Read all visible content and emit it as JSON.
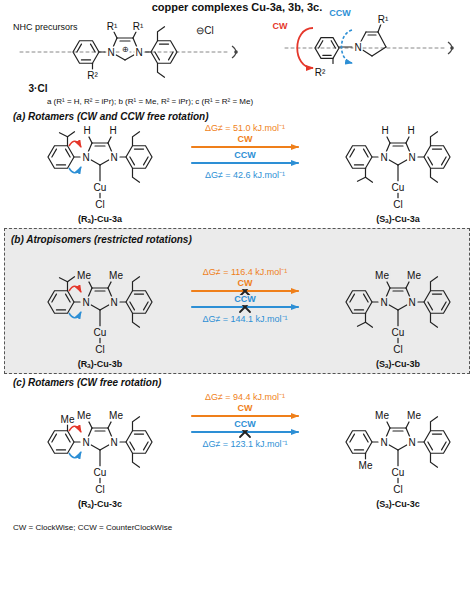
{
  "diagram": {
    "nodes": [
      {
        "text": [
          "(b) Atropisomers (restricted rotations)"
        ]
      }
    ],
    "labels": [
      "copper complexes Cu-3a, 3b, 3c.",
      "NHC precursors",
      "R¹",
      "R¹",
      "N",
      "N",
      "⊕",
      "⊖Cl",
      "R²",
      "3·Cl",
      "a (R¹ = H, R² = iPr); b (R¹ = Me, R² = iPr); c (R¹ = R² = Me)",
      "CW",
      "CCW",
      "R¹",
      "N",
      "R²",
      "(a) Rotamers (CW and CCW free rotation)",
      "H",
      "H",
      "N",
      "N",
      "Cu",
      "Cl",
      "(Rₐ)-Cu-3a",
      "ΔG≠ = 51.0 kJ.mol⁻¹",
      "CW",
      "CCW",
      "ΔG≠ = 42.6 kJ.mol⁻¹",
      "H",
      "H",
      "N",
      "N",
      "Cu",
      "Cl",
      "(Sₐ)-Cu-3a",
      "Me",
      "Me",
      "N",
      "N",
      "Cu",
      "Cl",
      "(Rₐ)-Cu-3b",
      "ΔG≠ = 116.4 kJ.mol⁻¹",
      "CW",
      "CCW",
      "ΔG≠ = 144.1 kJ.mol⁻¹",
      "Me",
      "Me",
      "N",
      "N",
      "Cu",
      "Cl",
      "(Sₐ)-Cu-3b",
      "(c) Rotamers (CW free rotation)",
      "Me",
      "Me",
      "N",
      "N",
      "Cu",
      "Cl",
      "Me",
      "(Rₐ)-Cu-3c",
      "ΔG≠ = 94.4 kJ.mol⁻¹",
      "CW",
      "CCW",
      "ΔG≠ = 123.1 kJ.mol⁻¹",
      "Me",
      "Me",
      "N",
      "N",
      "Cu",
      "Cl",
      "Me",
      "(Sₐ)-Cu-3c",
      "CW = ClockWise; CCW = CounterClockWise"
    ]
  }
}
